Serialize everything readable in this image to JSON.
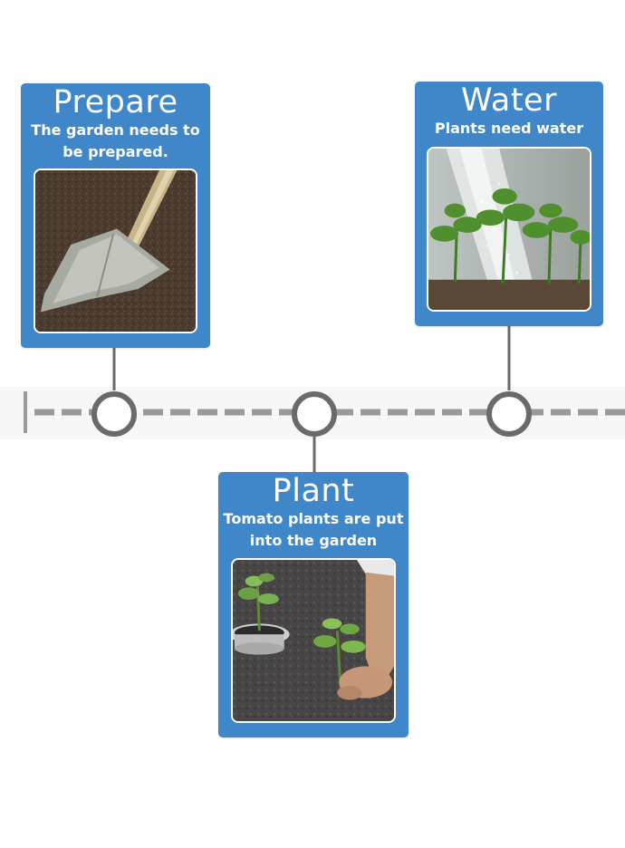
{
  "stages": [
    {
      "title": "Prepare",
      "description": "The garden needs to be prepared.",
      "image": "shovel-in-soil"
    },
    {
      "title": "Plant",
      "description": "Tomato plants are put into the garden",
      "image": "hands-planting-seedling"
    },
    {
      "title": "Water",
      "description": "Plants need water",
      "image": "watering-tomato-plants"
    }
  ],
  "colors": {
    "card": "#3f87c8",
    "timeline_line": "#9a9a9a",
    "node": "#6a6a6a",
    "band": "#f7f7f7"
  }
}
